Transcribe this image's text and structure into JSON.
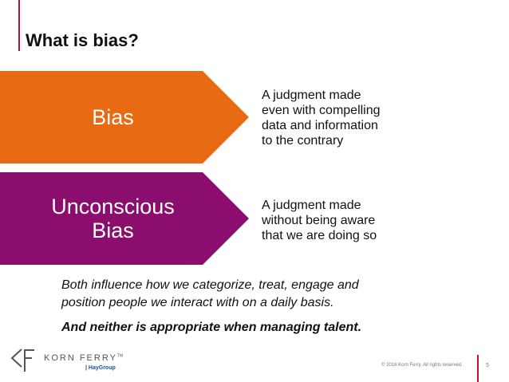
{
  "slide": {
    "title": "What is bias?",
    "colors": {
      "accent_red": "#c8102e",
      "orange": "#e86a13",
      "purple": "#8b0e6e"
    }
  },
  "rows": [
    {
      "label_lines": [
        "Bias"
      ],
      "description_lines": [
        "A judgment made",
        "even with compelling",
        "data and information",
        "to the contrary"
      ]
    },
    {
      "label_lines": [
        "Unconscious",
        "Bias"
      ],
      "description_lines": [
        "A judgment made",
        "without being aware",
        "that we are doing so"
      ]
    }
  ],
  "body": {
    "line1": "Both influence how we categorize, treat, engage and",
    "line2": "position people we interact with on a daily basis.",
    "emphasis": "And neither is appropriate when managing talent."
  },
  "footer": {
    "logo_name": "KORN FERRY",
    "logo_tm": "TM",
    "logo_sub": "| HayGroup",
    "copyright": "© 2016 Korn Ferry. All rights reserved.",
    "page_number": "5"
  }
}
